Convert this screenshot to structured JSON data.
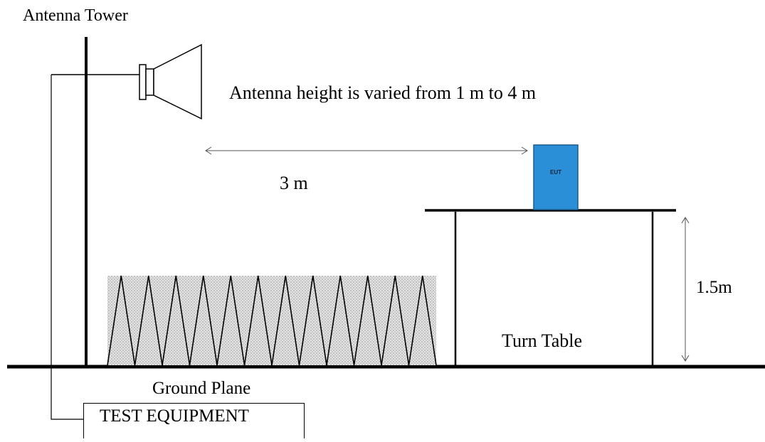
{
  "diagram": {
    "title": "Antenna Tower",
    "height_note": "Antenna height is varied from 1 m to 4 m",
    "distance_label": "3 m",
    "table_height_label": "1.5m",
    "turn_table_label": "Turn Table",
    "ground_plane_label": "Ground Plane",
    "test_equipment_label": "TEST EQUIPMENT",
    "eut_label": "EUT",
    "absorber_count": 12,
    "colors": {
      "line": "#000000",
      "eut_fill": "#2a8fd6",
      "eut_stroke": "#1a5d8f",
      "absorber_fill": "#dcdcdc",
      "arrow": "#555555"
    }
  }
}
